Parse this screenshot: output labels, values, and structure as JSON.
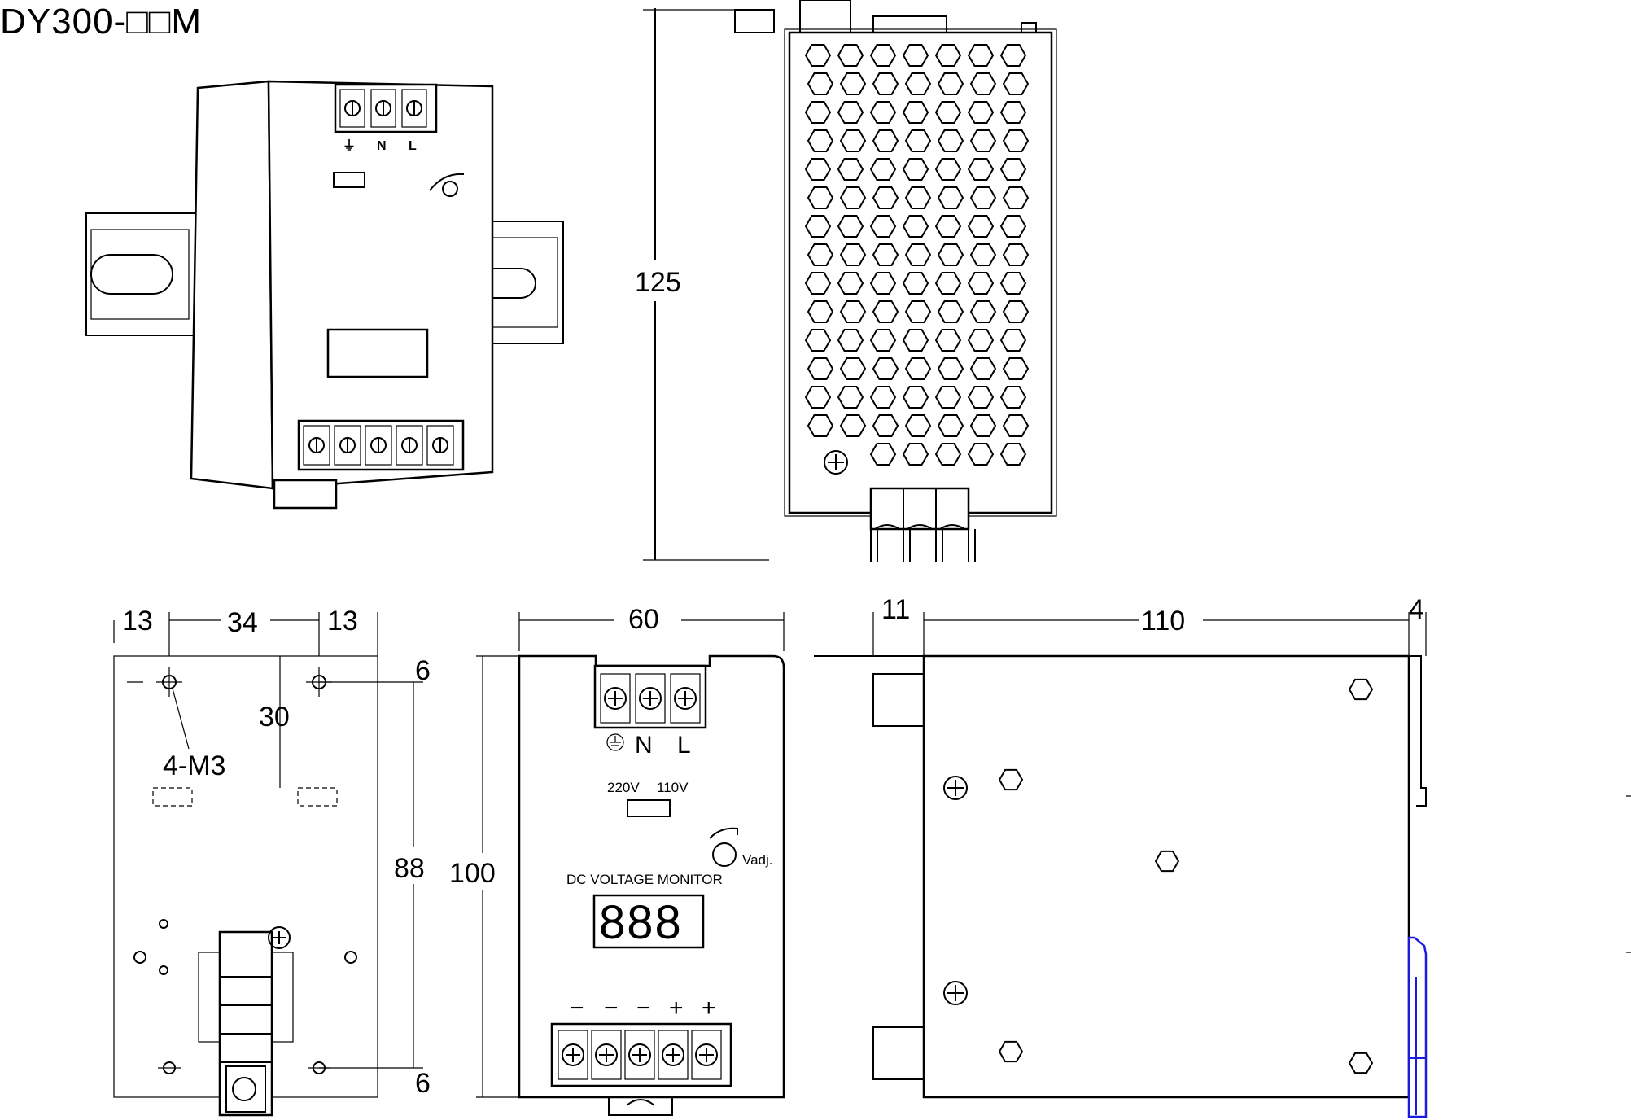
{
  "title": "DY300-□□M",
  "top_view": {
    "terminal_labels": [
      "⏚",
      "N",
      "L"
    ]
  },
  "side_view": {
    "height_label": "125"
  },
  "rear_view": {
    "dims": {
      "left": "13",
      "middle": "34",
      "right": "13",
      "offset": "30",
      "height": "88",
      "top_gap": "6",
      "bottom_gap": "6"
    },
    "hole_label": "4-M3"
  },
  "front_view": {
    "width_label": "60",
    "height_label": "100",
    "input_labels": {
      "ground": "⏚",
      "n": "N",
      "l": "L"
    },
    "switch_labels": {
      "left": "220V",
      "right": "110V"
    },
    "adjust_label": "Vadj.",
    "monitor_label": "DC VOLTAGE MONITOR",
    "display_digits": "888",
    "output_polarity": [
      "−",
      "−",
      "−",
      "+",
      "+"
    ]
  },
  "right_view": {
    "dims": {
      "a": "11",
      "b": "110",
      "c": "4"
    }
  }
}
